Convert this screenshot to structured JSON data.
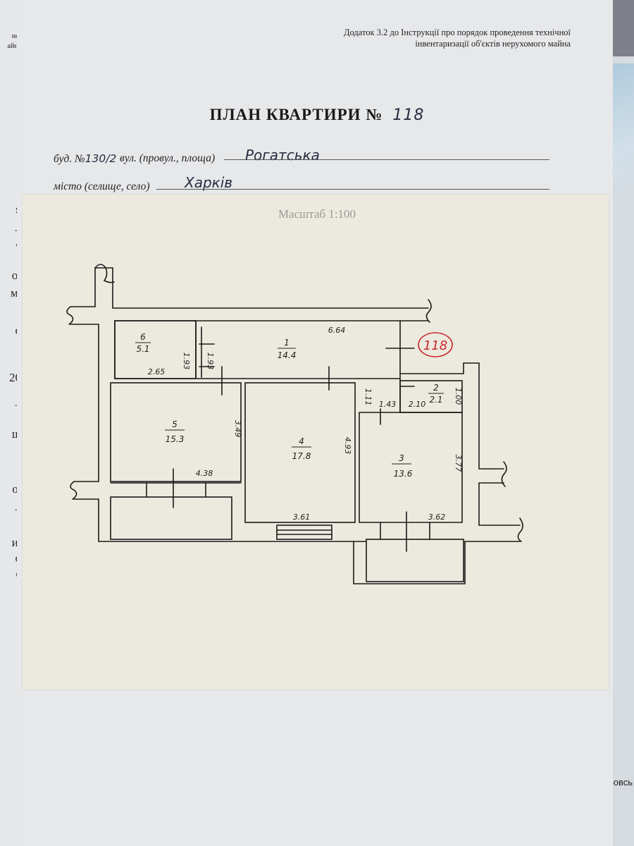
{
  "document": {
    "appendix_line1": "Додаток 3.2 до Інструкції про порядок проведення технічної",
    "appendix_line2": "інвентаризації об'єктів нерухомого майна",
    "title": "ПЛАН КВАРТИРИ №",
    "apartment_number": "118",
    "building_prefix": "буд. №",
    "building_number": "130/2",
    "street_label": "вул. (провул., площа)",
    "street_value": "Рогатська",
    "city_label": "місто (селище, село)",
    "city_value": "Харків",
    "scale": "Масштаб 1:100",
    "stamp_number": "118"
  },
  "rooms": [
    {
      "number": "1",
      "area": "14.4"
    },
    {
      "number": "2",
      "area": "2.1"
    },
    {
      "number": "3",
      "area": "13.6"
    },
    {
      "number": "4",
      "area": "17.8"
    },
    {
      "number": "5",
      "area": "15.3"
    },
    {
      "number": "6",
      "area": "5.1"
    }
  ],
  "dimensions": {
    "d_6_64": "6.64",
    "d_2_65": "2.65",
    "d_1_93a": "1.93",
    "d_1_93b": "1.93",
    "d_1_11": "1.11",
    "d_1_43": "1.43",
    "d_2_10": "2.10",
    "d_1_00": "1.00",
    "d_3_49": "3.49",
    "d_4_38": "4.38",
    "d_4_93": "4.93",
    "d_3_61": "3.61",
    "d_3_77": "3.77",
    "d_3_62": "3.62"
  },
  "edge_text": {
    "top_left_a": "ної",
    "top_left_b": "айна",
    "left": [
      "я",
      "–",
      "а",
      "ої",
      "м,",
      "о",
      "20",
      "–",
      "ш",
      "о,",
      "–",
      "и,",
      "о",
      "е"
    ],
    "bottom_right": "ровсь"
  },
  "colors": {
    "stamp": "#c8282d",
    "ink": "#2a2a40",
    "lines": "#1a1a1a"
  }
}
